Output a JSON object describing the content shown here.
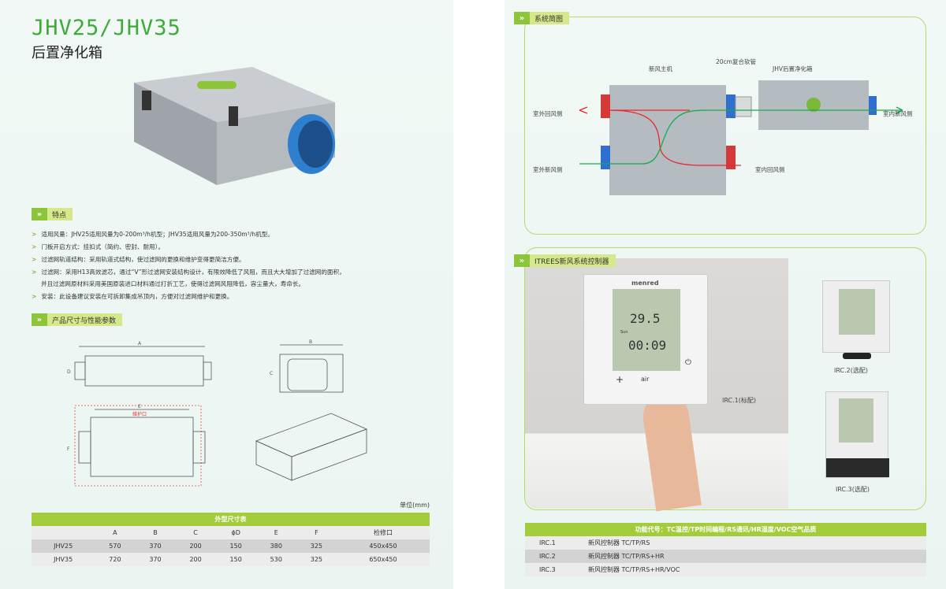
{
  "left": {
    "title": "JHV25/JHV35",
    "subtitle": "后置净化箱",
    "features_heading": "特点",
    "features": [
      "适用风量：JHV25适用风量为0-200m³/h机型；JHV35适用风量为200-350m³/h机型。",
      "门板开启方式：挂扣式（简约、密封、耐用）。",
      "过滤网轨道结构：采用轨道式结构，使过滤网的更换和维护变得更简洁方便。",
      "过滤网：采用H13高效滤芯，通过“V”形过滤网安装结构设计，有限效降低了风阻，而且大大增加了过滤网的面积，",
      "并且过滤网原材料采用美国原装进口材料通过打折工艺，使得过滤网风阻降低，容尘量大，寿命长。",
      "安装：此设备建议安装在可拆卸集成吊顶内，方便对过滤网维护和更换。"
    ],
    "dims_heading": "产品尺寸与性能参数",
    "drawing_labels": {
      "A": "A",
      "B": "B",
      "C": "C",
      "D": "D",
      "E": "E",
      "F": "F",
      "access": "维护口"
    },
    "unit": "单位(mm)",
    "table": {
      "title": "外型尺寸表",
      "headers": [
        "",
        "A",
        "B",
        "C",
        "ϕD",
        "E",
        "F",
        "检修口"
      ],
      "rows": [
        [
          "JHV25",
          "570",
          "370",
          "200",
          "150",
          "380",
          "325",
          "450x450"
        ],
        [
          "JHV35",
          "720",
          "370",
          "200",
          "150",
          "530",
          "325",
          "650x450"
        ]
      ]
    }
  },
  "right": {
    "system_heading": "系统简图",
    "diagram": {
      "main_unit": "新风主机",
      "hose": "20cm复合软管",
      "purifier": "JHV后置净化箱",
      "outdoor_return": "室外回风侧",
      "outdoor_fresh": "室外新风侧",
      "indoor_fresh": "室内新风侧",
      "indoor_return": "室内回风侧"
    },
    "controller_heading": "ITREES新风系统控制器",
    "controller": {
      "brand": "menred",
      "temp": "29.5",
      "time": "00:09",
      "day": "Sun",
      "air": "air"
    },
    "captions": [
      "IRC.1(标配)",
      "IRC.2(选配)",
      "IRC.3(选配)"
    ],
    "table": {
      "title": "功能代号：TC温控/TP时间编程/RS通讯/HR湿度/VOC空气品质",
      "rows": [
        [
          "IRC.1",
          "新风控制器 TC/TP/RS"
        ],
        [
          "IRC.2",
          "新风控制器 TC/TP/RS+HR"
        ],
        [
          "IRC.3",
          "新风控制器 TC/TP/RS+HR/VOC"
        ]
      ]
    },
    "colors": {
      "green": "#a3cc3a",
      "red": "#e8262b",
      "flow_green": "#1aa84a"
    }
  }
}
